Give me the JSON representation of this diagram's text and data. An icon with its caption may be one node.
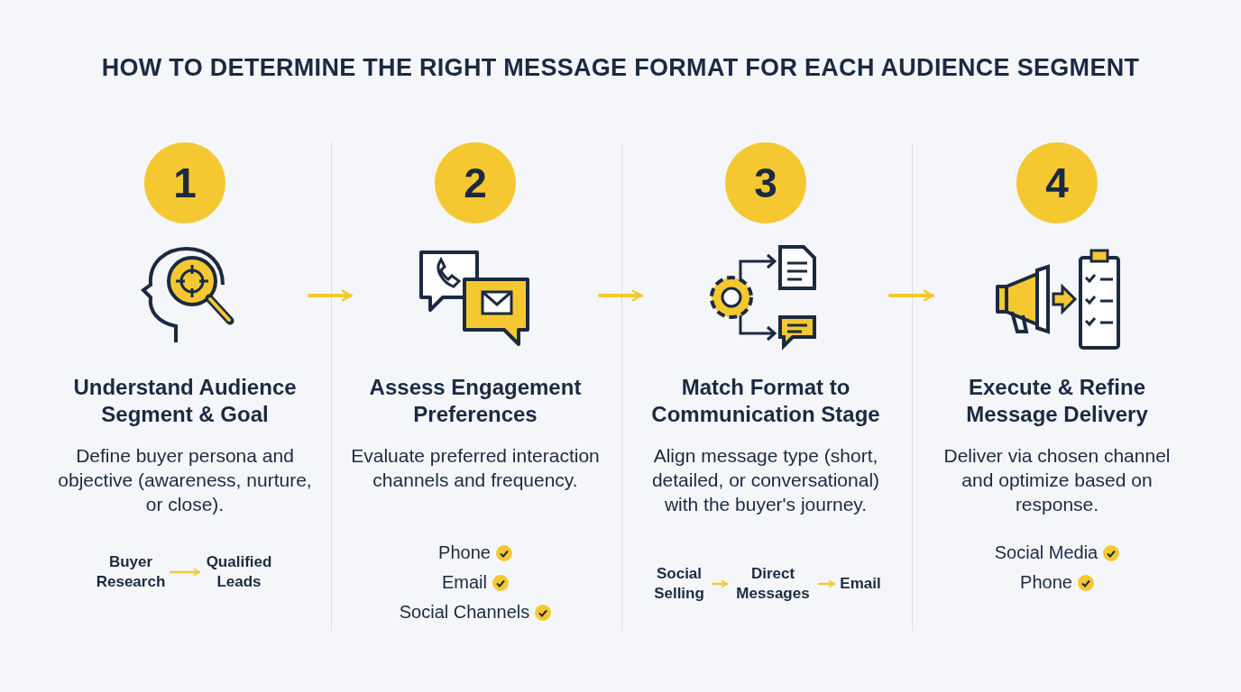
{
  "diagram": {
    "title": "HOW TO DETERMINE THE RIGHT MESSAGE FORMAT FOR EACH AUDIENCE SEGMENT",
    "nodes": [
      {
        "text": [
          "1",
          "Understand Audience Segment & Goal",
          "Define buyer persona and objective (awareness, nurture, or close)."
        ]
      },
      {
        "text": [
          "Buyer Research"
        ]
      },
      {
        "text": [
          "Qualified Leads"
        ]
      },
      {
        "text": [
          "2",
          "Assess Engagement Preferences",
          "Evaluate preferred interaction channels and frequency.",
          "Phone",
          "Email",
          "Social Channels"
        ]
      },
      {
        "text": [
          "3",
          "Match Format to Communication Stage",
          "Align message type (short, detailed, or conversational) with the buyer's journey."
        ]
      },
      {
        "text": [
          "Social Selling"
        ]
      },
      {
        "text": [
          "Direct Messages"
        ]
      },
      {
        "text": [
          "Email"
        ]
      },
      {
        "text": [
          "4",
          "Execute & Refine Message Delivery",
          "Deliver via chosen channel and optimize based on response.",
          "Social Media",
          "Phone"
        ]
      }
    ],
    "edges": [
      {
        "from": 0,
        "to": 3,
        "arrow": "to"
      },
      {
        "from": 3,
        "to": 4,
        "arrow": "to"
      },
      {
        "from": 4,
        "to": 8,
        "arrow": "to"
      },
      {
        "from": 1,
        "to": 2,
        "arrow": "to"
      },
      {
        "from": 5,
        "to": 6,
        "arrow": "to"
      },
      {
        "from": 6,
        "to": 7,
        "arrow": "to"
      }
    ]
  }
}
